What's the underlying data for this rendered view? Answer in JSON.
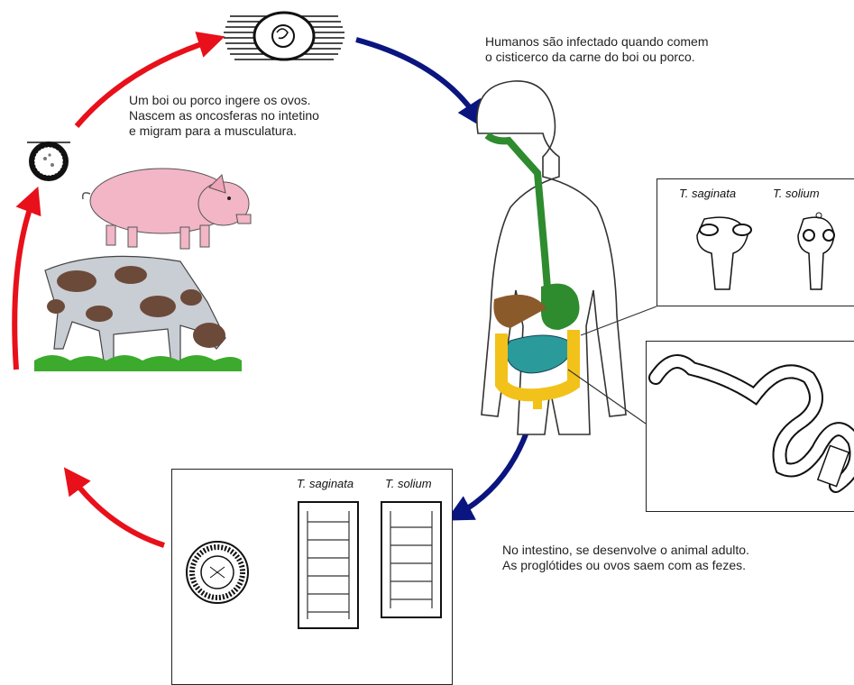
{
  "captions": {
    "humans": "Humanos são infectado quando comem\no cisticerco da carne do boi ou porco.",
    "animals": "Um boi ou porco ingere os ovos.\nNascem as oncosferas no intetino\ne migram para a musculatura.",
    "intestine": "No intestino, se desenvolve o animal adulto.\nAs proglótides ou ovos saem com as fezes."
  },
  "scolex_box": {
    "left_label": "T. saginata",
    "right_label": "T. solium"
  },
  "proglottid_box": {
    "left_label": "T. saginata",
    "right_label": "T. solium"
  },
  "colors": {
    "arrow_red": "#e8101a",
    "arrow_blue": "#0b1580",
    "esophagus_green": "#2e8b2e",
    "liver_brown": "#8b5a2b",
    "small_intestine_teal": "#2a9a9a",
    "large_intestine_yellow": "#f2c21a",
    "pig_pink": "#f2b6c6",
    "cow_brown": "#6b4a3a",
    "grass_green": "#3caa2c"
  },
  "icons": [
    "cysticercus-icon",
    "oncosphere-icon",
    "pig-icon",
    "cow-icon",
    "human-body-icon",
    "scolex-icon",
    "tapeworm-icon",
    "egg-icon",
    "proglottid-icon"
  ]
}
